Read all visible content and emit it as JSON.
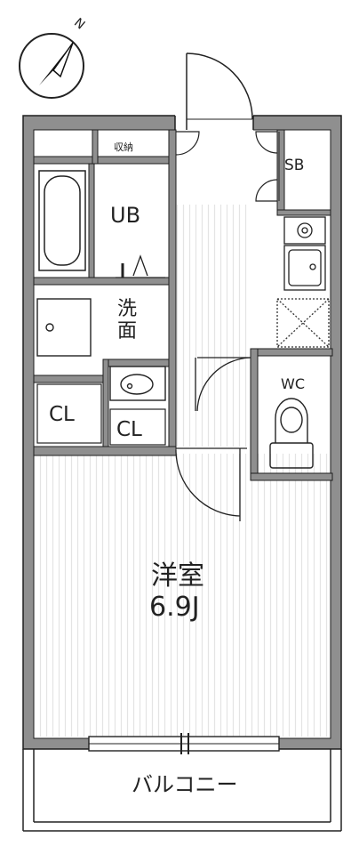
{
  "labels": {
    "unit_bath": "UB",
    "shoe_box": "SB",
    "storage": "収納",
    "washroom": "洗面",
    "toilet": "WC",
    "closet_left": "CL",
    "closet_right": "CL",
    "room_name": "洋室",
    "room_size": "6.9J",
    "balcony": "バルコニー"
  },
  "compass": {
    "north_label": "N"
  },
  "colors": {
    "wall": "#8f8f8f",
    "wall_outline": "#1e1e1e",
    "floor_stripe": "#e4e4e4",
    "line": "#222222"
  }
}
